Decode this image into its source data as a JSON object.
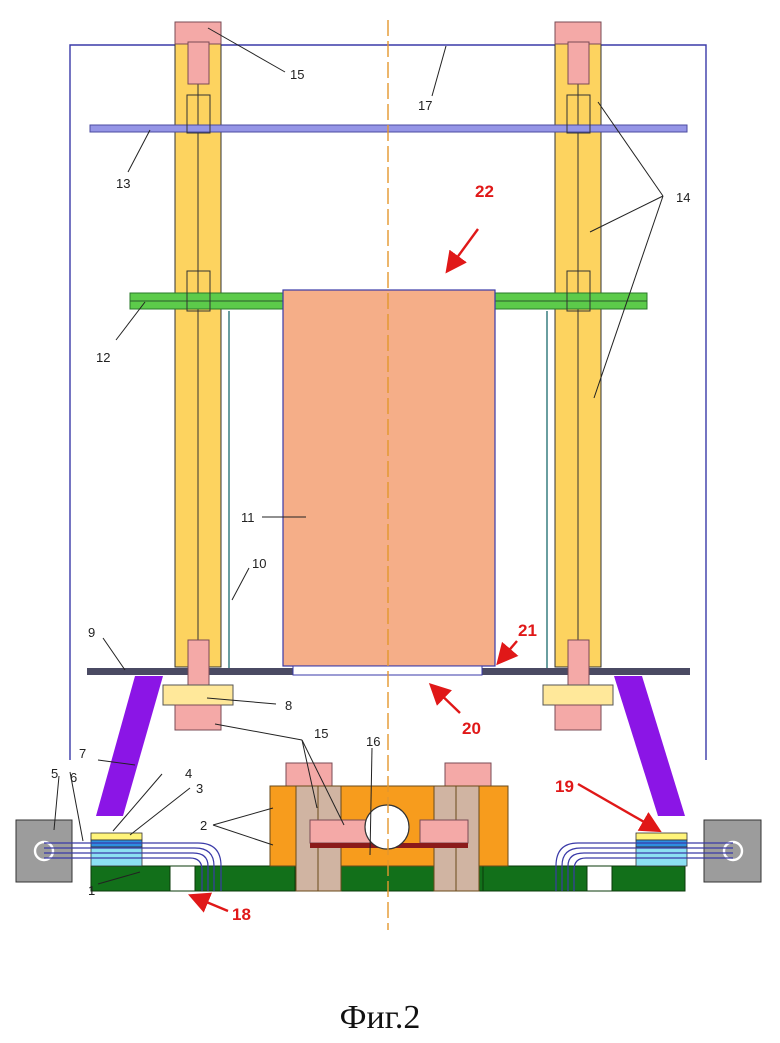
{
  "colors": {
    "column": "#FDD35F",
    "cap": "#F4A9A7",
    "plate": "#9595E6",
    "green_plate": "#5CCB4A",
    "dark_green": "#12701A",
    "orange": "#F79C1D",
    "tan": "#D0B4A2",
    "block": "#F5AE88",
    "purple": "#8B15E6",
    "gray": "#9C9C9C",
    "dark_plate": "#4A4A63",
    "axis": "#E3972E",
    "yellow_pad": "#FFF47A",
    "blue_pad": "#2E8EE0",
    "cyan_pad": "#8CE0F3",
    "red_label": "#E01818",
    "frame": "#3A3AA8"
  },
  "labels": {
    "l1": "1",
    "l2": "2",
    "l3": "3",
    "l4": "4",
    "l5": "5",
    "l6": "6",
    "l7": "7",
    "l8": "8",
    "l9": "9",
    "l10": "10",
    "l11": "11",
    "l12": "12",
    "l13": "13",
    "l14": "14",
    "l15_top": "15",
    "l15_bottom": "15",
    "l16": "16",
    "l17": "17",
    "l18": "18",
    "l19": "19",
    "l20": "20",
    "l21": "21",
    "l22": "22"
  },
  "caption": "Фиг.2"
}
